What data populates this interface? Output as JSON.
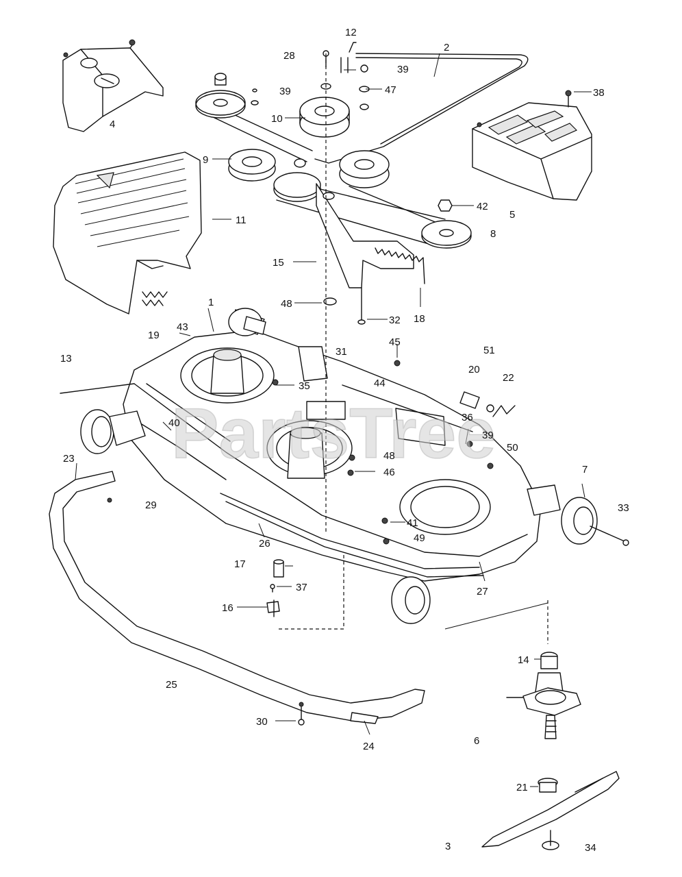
{
  "watermark": "PartsTree",
  "callouts": [
    "1",
    "2",
    "3",
    "4",
    "5",
    "6",
    "7",
    "8",
    "9",
    "10",
    "11",
    "12",
    "13",
    "14",
    "15",
    "16",
    "17",
    "18",
    "19",
    "20",
    "21",
    "22",
    "23",
    "24",
    "25",
    "26",
    "27",
    "28",
    "29",
    "30",
    "31",
    "32",
    "33",
    "34",
    "35",
    "36",
    "37",
    "38",
    "39",
    "39",
    "39",
    "40",
    "41",
    "42",
    "43",
    "44",
    "45",
    "46",
    "47",
    "48",
    "48",
    "49",
    "50",
    "51"
  ]
}
